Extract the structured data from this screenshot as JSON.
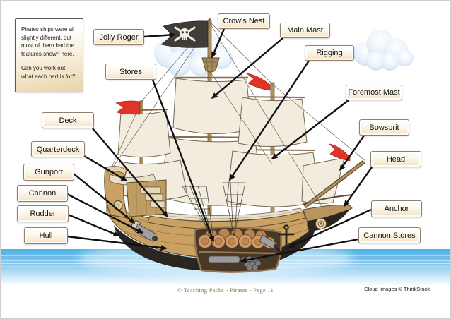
{
  "info_box": {
    "paragraphs": [
      "Pirates ships were all slightly different, but most of them had the features shown here.",
      "Can you work out what each part is for?"
    ]
  },
  "labels": [
    {
      "id": "crows-nest",
      "text": "Crow's Nest"
    },
    {
      "id": "main-mast",
      "text": "Main Mast"
    },
    {
      "id": "jolly-roger",
      "text": "Jolly Roger"
    },
    {
      "id": "rigging",
      "text": "Rigging"
    },
    {
      "id": "stores",
      "text": "Stores"
    },
    {
      "id": "foremost-mast",
      "text": "Foremost Mast"
    },
    {
      "id": "deck",
      "text": "Deck"
    },
    {
      "id": "bowsprit",
      "text": "Bowsprit"
    },
    {
      "id": "quarterdeck",
      "text": "Quarterdeck"
    },
    {
      "id": "head",
      "text": "Head"
    },
    {
      "id": "gunport",
      "text": "Gunport"
    },
    {
      "id": "cannon",
      "text": "Cannon"
    },
    {
      "id": "anchor",
      "text": "Anchor"
    },
    {
      "id": "rudder",
      "text": "Rudder"
    },
    {
      "id": "hull",
      "text": "Hull"
    },
    {
      "id": "cannon-stores",
      "text": "Cannon Stores"
    }
  ],
  "footer": {
    "credit_left": "© Teaching Packs - Pirates - Page 11",
    "credit_right": "Cloud Images © ThinkStock"
  },
  "illustration": {
    "description": "Cutaway side view of a pirate galleon floating on striped blue water, two blue clouds, black Jolly Roger flag with white skull and crossbones, red pennant flags, cream sails, tan hull revealing barrels, a cannon and a pile of cannonballs, anchor at the bow, black leader arrows from each label to the ship part",
    "colors": {
      "water": "#55b5e9",
      "hull": "#c9a263",
      "hull_dark": "#2b2520",
      "sail": "#f2ecdf",
      "deck": "#eadfc8",
      "flag_red": "#e03428",
      "flag_black": "#403c38",
      "cloud": "#cfe4f6",
      "arrow": "#111111",
      "label_border": "#8f8070"
    }
  }
}
